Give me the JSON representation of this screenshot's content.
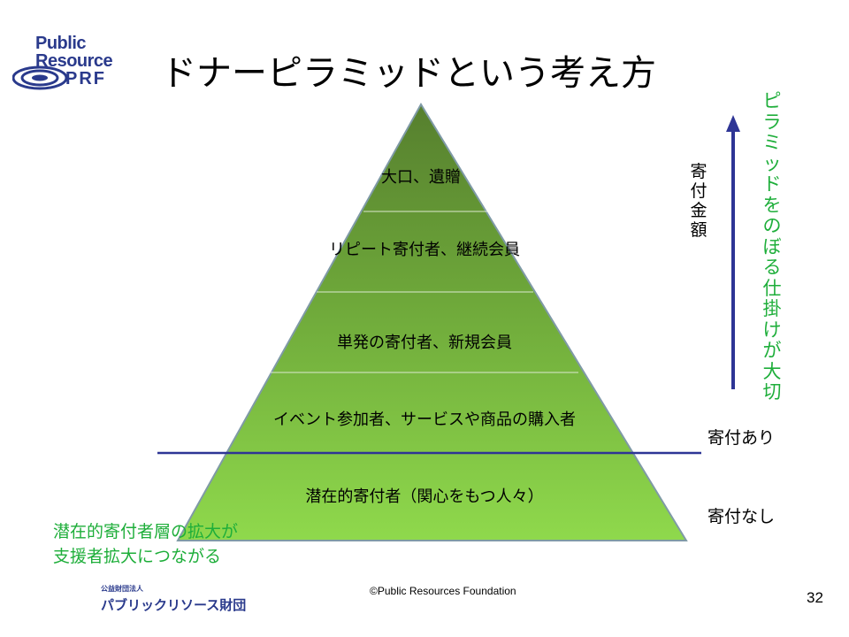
{
  "logo": {
    "line1": "Public",
    "line2": "Resource",
    "line3": "PRF"
  },
  "title": "ドナーピラミッドという考え方",
  "pyramid": {
    "tiers": [
      "大口、遺贈",
      "リピート寄付者、継続会員",
      "単発の寄付者、新規会員",
      "イベント参加者、サービスや商品の購入者",
      "潜在的寄付者（関心をもつ人々）"
    ]
  },
  "vertical_label": "寄付金額",
  "green_vertical_label": "ピラミッドをのぼる仕掛けが大切",
  "right_labels": {
    "with_donation": "寄付あり",
    "no_donation": "寄付なし"
  },
  "bottom_note": {
    "line1": "潜在的寄付者層の拡大が",
    "line2": "支援者拡大につながる"
  },
  "footer": {
    "org_small": "公益財団法人",
    "org_name": "パブリックリソース財団",
    "copyright": "©Public Resources Foundation",
    "page_number": "32"
  },
  "colors": {
    "pyramid_top": "#567f2e",
    "pyramid_bottom": "#8fd94c",
    "arrow": "#2e3595",
    "accent_green": "#1eae3a",
    "brand_blue": "#2a3a8c"
  }
}
